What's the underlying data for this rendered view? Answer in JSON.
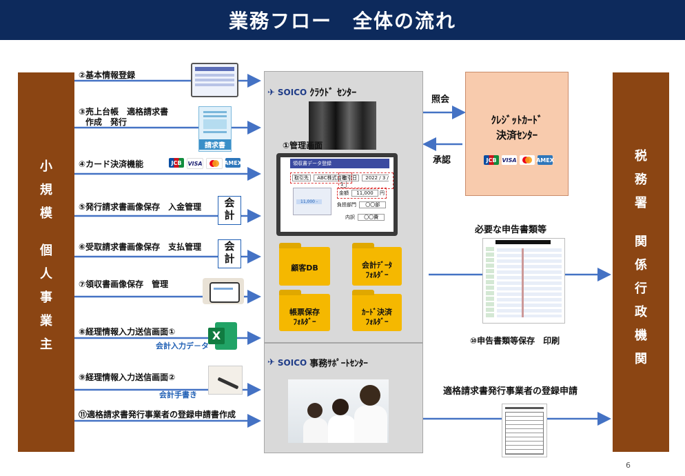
{
  "header": {
    "title": "業務フロー　全体の流れ"
  },
  "left_bar": {
    "chars": [
      "小",
      "規",
      "模",
      "",
      "個",
      "人",
      "事",
      "業",
      "主"
    ]
  },
  "right_bar": {
    "chars": [
      "税",
      "務",
      "署",
      "",
      "関",
      "係",
      "行",
      "政",
      "機",
      "関"
    ]
  },
  "steps": {
    "s2": "②基本情報登録",
    "s3a": "③売上台帳　適格請求書",
    "s3b": "作成　発行",
    "s4": "④カード決済機能",
    "s5": "⑤発行請求書画像保存　入金管理",
    "s6": "⑥受取請求書画像保存　支払管理",
    "s7": "⑦領収書画像保存　管理",
    "s8": "⑧経理情報入力送信画面①",
    "s8sub": "会計入力デ－タ",
    "s9": "⑨経理情報入力送信画面②",
    "s9sub": "会計手書き",
    "s11": "⑪適格請求書発行事業者の登録申請書作成"
  },
  "invoice_icon": {
    "label": "請求書"
  },
  "kaikei": {
    "text1": "会",
    "text2": "計"
  },
  "card_brands": [
    "JCB",
    "VISA",
    "MC",
    "AMEX"
  ],
  "cloud": {
    "logo": "SOICO",
    "title": "ｸﾗｳﾄﾞ ｾﾝﾀｰ",
    "admin": "①管理画面",
    "screen": {
      "header": "領収書データ登録",
      "f1_label": "取引先",
      "f1_value": "ABC株式会社",
      "f2_label": "取引日",
      "f2_value": "2022 / 3 / 1",
      "f3_label": "金額",
      "f3_value": "11,000",
      "f3_unit": "円",
      "f4_label": "負担部門",
      "f4_value": "〇〇部",
      "f5_label": "内訳",
      "f5_value": "〇〇費",
      "receipt_amount": "11,000 -"
    },
    "folders": [
      {
        "l1": "顧客DB",
        "l2": ""
      },
      {
        "l1": "会計ﾃﾞｰﾀ",
        "l2": "ﾌｫﾙﾀﾞｰ"
      },
      {
        "l1": "帳票保存",
        "l2": "ﾌｫﾙﾀﾞｰ"
      },
      {
        "l1": "ｶｰﾄﾞ決済",
        "l2": "ﾌｫﾙﾀﾞｰ"
      }
    ]
  },
  "support": {
    "logo": "SOICO",
    "title": "事務ｻﾎﾟｰﾄｾﾝﾀｰ"
  },
  "credit": {
    "line1": "ｸﾚｼﾞｯﾄｶｰﾄﾞ",
    "line2": "決済ｾﾝﾀｰ",
    "query": "照会",
    "approve": "承認"
  },
  "tax_docs": {
    "top": "必要な申告書類等",
    "bottom": "⑩申告書類等保存　印刷"
  },
  "registration": {
    "title": "適格請求書発行事業者の登録申請"
  },
  "page_number": "6",
  "colors": {
    "navy": "#0d2a5c",
    "brown": "#8b4513",
    "arrow": "#4472c4",
    "peach": "#f8cbad",
    "folder": "#f5b800"
  }
}
